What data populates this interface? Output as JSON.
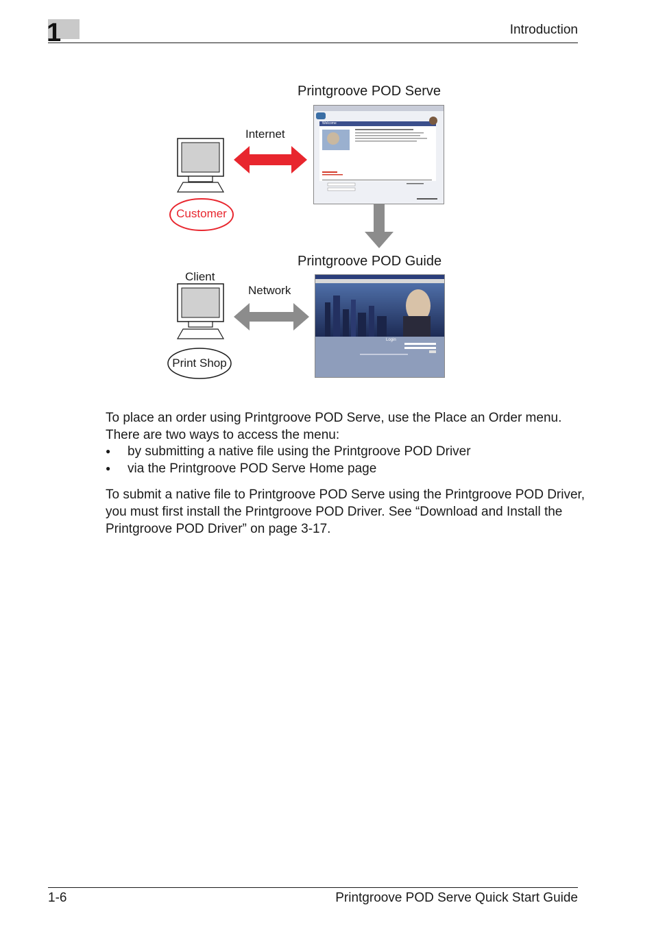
{
  "header": {
    "chapter_number": "1",
    "section_title": "Introduction"
  },
  "diagram": {
    "serve_title": "Printgroove POD Serve",
    "guide_title": "Printgroove POD Guide",
    "internet_label": "Internet",
    "network_label": "Network",
    "client_label": "Client",
    "customer_label": "Customer",
    "print_shop_label": "Print Shop",
    "serve_screen_welcome": "Welcome",
    "guide_screen_login": "Login",
    "colors": {
      "internet_arrow": "#e8262e",
      "network_arrow": "#8c8c8c",
      "customer_outline": "#e8262e",
      "print_shop_outline": "#1a1a1a"
    }
  },
  "body": {
    "intro": "To place an order using Printgroove POD Serve, use the Place an Order menu. There are two ways to access the menu:",
    "bullets": [
      "by submitting a native file using the Printgroove POD Driver",
      "via the Printgroove POD Serve Home page"
    ],
    "bullet_glyph": "●",
    "driver_note": "To submit a native file to Printgroove POD Serve using the Printgroove POD Driver, you must first install the Printgroove POD Driver. See “Download and Install the Printgroove POD Driver” on page 3-17."
  },
  "footer": {
    "page_number": "1-6",
    "guide_title": "Printgroove POD Serve Quick Start Guide"
  }
}
